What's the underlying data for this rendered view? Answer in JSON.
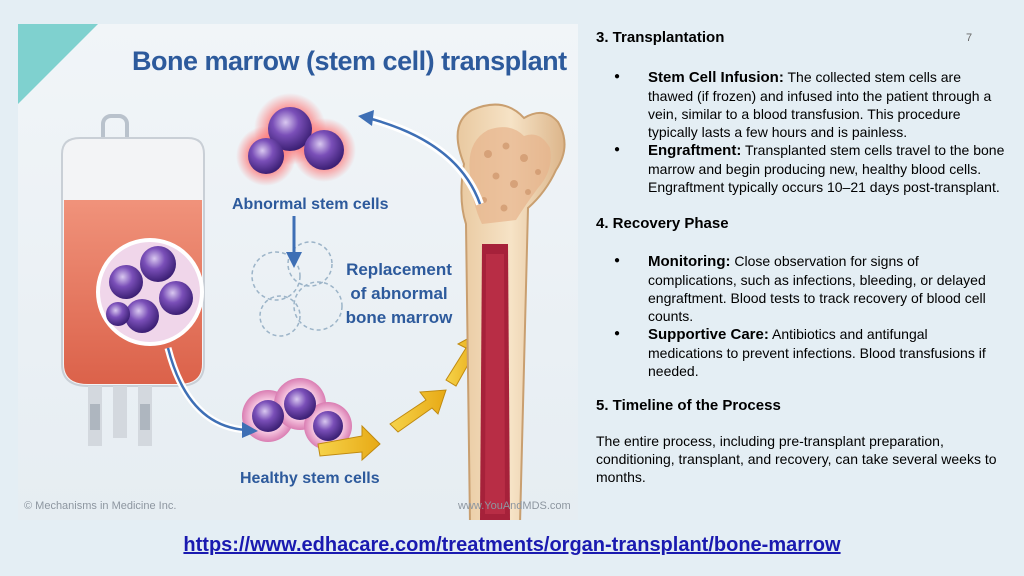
{
  "page_number": "7",
  "figure": {
    "title": "Bone marrow (stem cell) transplant",
    "label_abnormal": "Abnormal stem cells",
    "label_replacement": [
      "Replacement",
      "of abnormal",
      "bone marrow"
    ],
    "label_healthy": "Healthy stem cells",
    "credit_left": "© Mechanisms in Medicine Inc.",
    "credit_right": "www.YouAndMDS.com"
  },
  "section3": {
    "heading": "3. Transplantation",
    "items": [
      {
        "term": "Stem Cell Infusion:",
        "text": " The collected stem cells are thawed (if frozen) and infused into the patient through a vein, similar to a blood transfusion. This procedure typically lasts a few hours and is painless."
      },
      {
        "term": "Engraftment:",
        "text": " Transplanted stem cells travel to the bone marrow and begin producing new, healthy blood cells. Engraftment typically occurs 10–21 days post-transplant."
      }
    ]
  },
  "section4": {
    "heading": "4. Recovery Phase",
    "items": [
      {
        "term": "Monitoring:",
        "text": " Close observation for signs of complications, such as infections, bleeding, or delayed engraftment. Blood tests to track recovery of blood cell counts."
      },
      {
        "term": "Supportive Care:",
        "text": " Antibiotics and antifungal medications to prevent infections. Blood transfusions if needed."
      }
    ]
  },
  "section5": {
    "heading": "5. Timeline of the Process",
    "text": "The entire process, including pre-transplant preparation, conditioning, transplant, and recovery, can take several weeks to months."
  },
  "link": {
    "text": "https://www.edhacare.com/treatments/organ-transplant/bone-marrow"
  },
  "colors": {
    "title_blue": "#2d5a9c",
    "link_blue": "#1a1ab0",
    "corner_teal": "#7fd1cf"
  }
}
